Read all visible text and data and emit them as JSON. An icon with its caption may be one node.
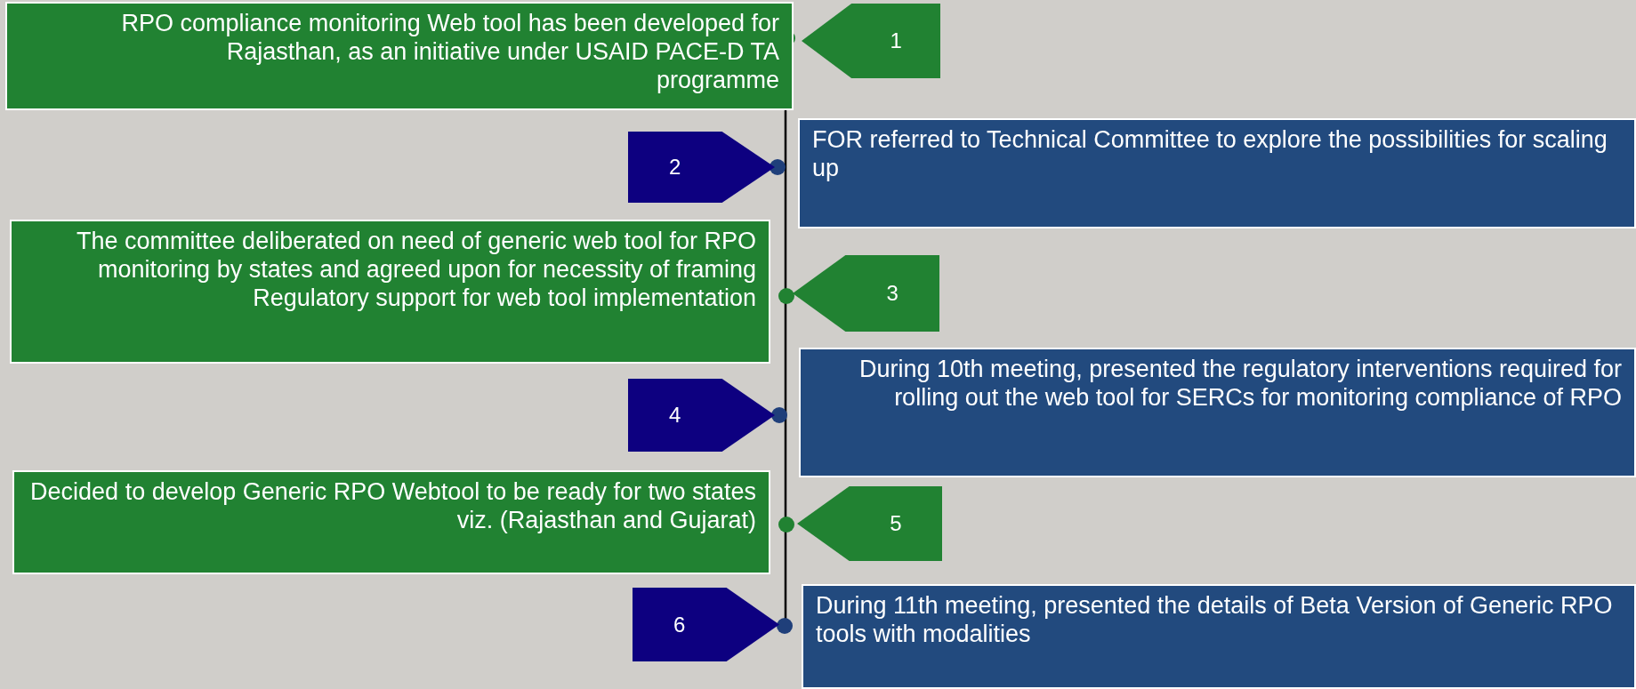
{
  "diagram": {
    "nodes": [
      {
        "text": [
          "RPO compliance monitoring Web tool has been developed for Rajasthan, as an initiative under USAID PACE-D TA programme"
        ]
      },
      {
        "text": [
          "1"
        ]
      },
      {
        "text": [
          "2"
        ]
      },
      {
        "text": [
          "FOR referred to Technical Committee to explore the possibilities for scaling up"
        ]
      },
      {
        "text": [
          "The committee deliberated on need of generic web tool for RPO monitoring by states and agreed upon for necessity of framing Regulatory support for web tool implementation"
        ]
      },
      {
        "text": [
          "3"
        ]
      },
      {
        "text": [
          "4"
        ]
      },
      {
        "text": [
          "During 10th meeting, presented the regulatory interventions required for rolling out the web tool for SERCs for monitoring compliance of RPO"
        ]
      },
      {
        "text": [
          "Decided to develop Generic RPO Webtool to be ready for two states viz. (Rajasthan and Gujarat)"
        ]
      },
      {
        "text": [
          "5"
        ]
      },
      {
        "text": [
          "6"
        ]
      },
      {
        "text": [
          "During 11th meeting, presented the details of Beta Version of Generic RPO tools with modalities"
        ]
      }
    ]
  }
}
